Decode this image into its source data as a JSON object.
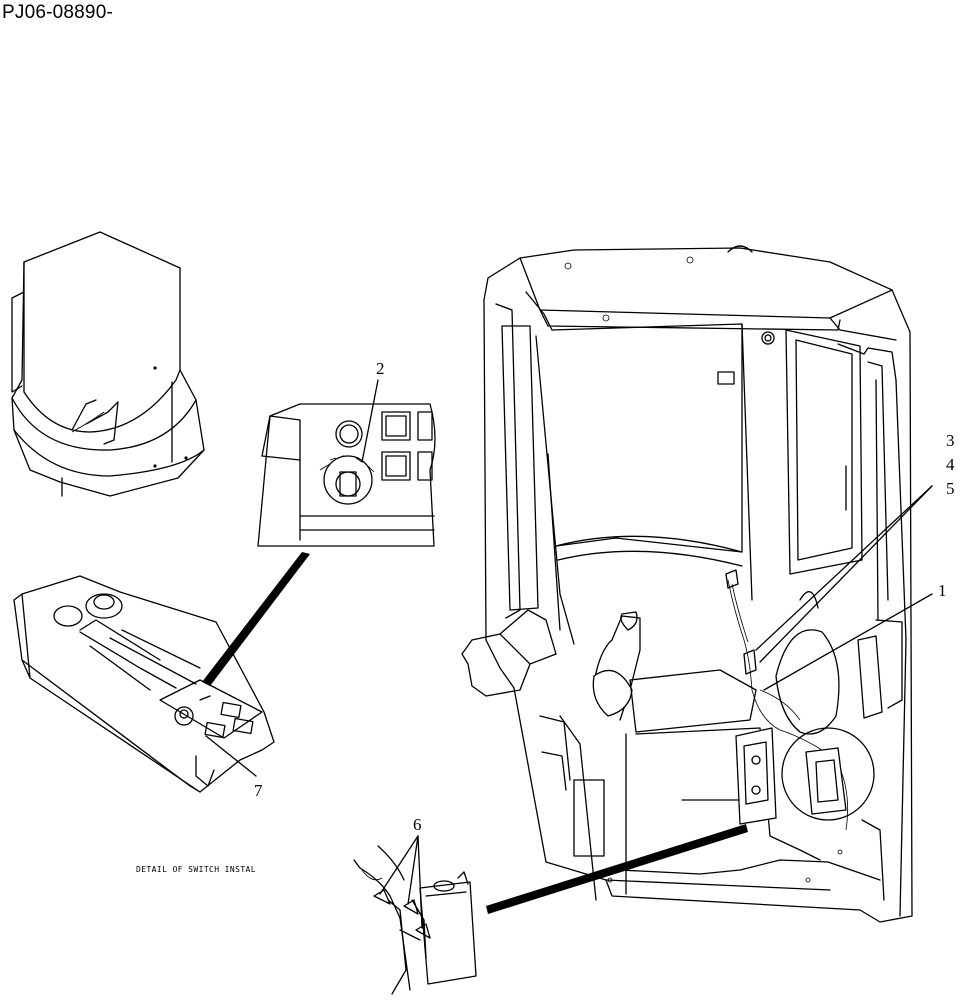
{
  "header": {
    "part_code": "PJ06-08890-"
  },
  "callouts": {
    "c1": "1",
    "c2": "2",
    "c3": "3",
    "c4": "4",
    "c5": "5",
    "c6": "6",
    "c7": "7"
  },
  "captions": {
    "switch_detail": "DETAIL OF SWITCH INSTAL"
  }
}
